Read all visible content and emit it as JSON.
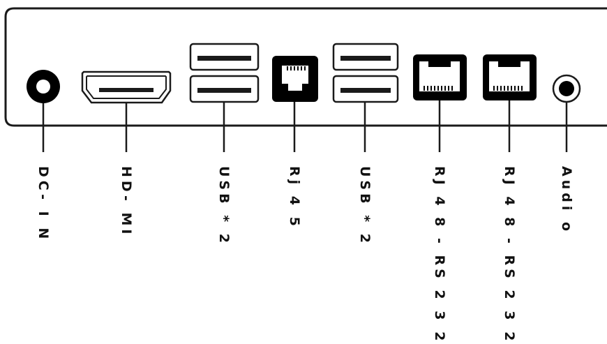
{
  "ports": [
    {
      "id": "dc-in",
      "icon": "dc-power-jack-icon",
      "label": "DC- I N"
    },
    {
      "id": "hdmi",
      "icon": "hdmi-port-icon",
      "label": "HD- MI"
    },
    {
      "id": "usb-1",
      "icon": "usb-double-port-icon",
      "label": "USB * 2"
    },
    {
      "id": "rj45",
      "icon": "rj45-ethernet-port-icon",
      "label": "Rj 4 5"
    },
    {
      "id": "usb-2",
      "icon": "usb-double-port-icon",
      "label": "USB * 2"
    },
    {
      "id": "rs232-1",
      "icon": "rj48-serial-port-icon",
      "label": "RJ 4 8 - RS 2 3 2"
    },
    {
      "id": "rs232-2",
      "icon": "rj48-serial-port-icon",
      "label": "RJ 4 8 - RS 2 3 2"
    },
    {
      "id": "audio",
      "icon": "audio-jack-icon",
      "label": "Audi o"
    }
  ],
  "colors": {
    "line": "#1a1a1a",
    "port_fill": "#000000",
    "background": "#ffffff"
  }
}
